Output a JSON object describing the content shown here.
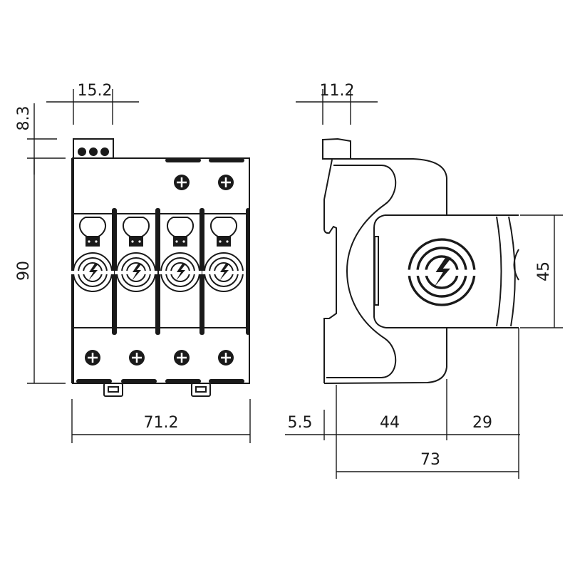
{
  "drawing": {
    "front_view": {
      "dimensions": {
        "terminal_width": "15.2",
        "terminal_height": "8.3",
        "height": "90",
        "width": "71.2"
      },
      "module_count": 4
    },
    "side_view": {
      "dimensions": {
        "terminal_width": "11.2",
        "cover_height": "45",
        "rail_offset": "5.5",
        "body_depth": "44",
        "cover_depth": "29",
        "total_depth": "73"
      }
    },
    "colors": {
      "line": "#1a1a1a",
      "background": "#ffffff"
    }
  }
}
